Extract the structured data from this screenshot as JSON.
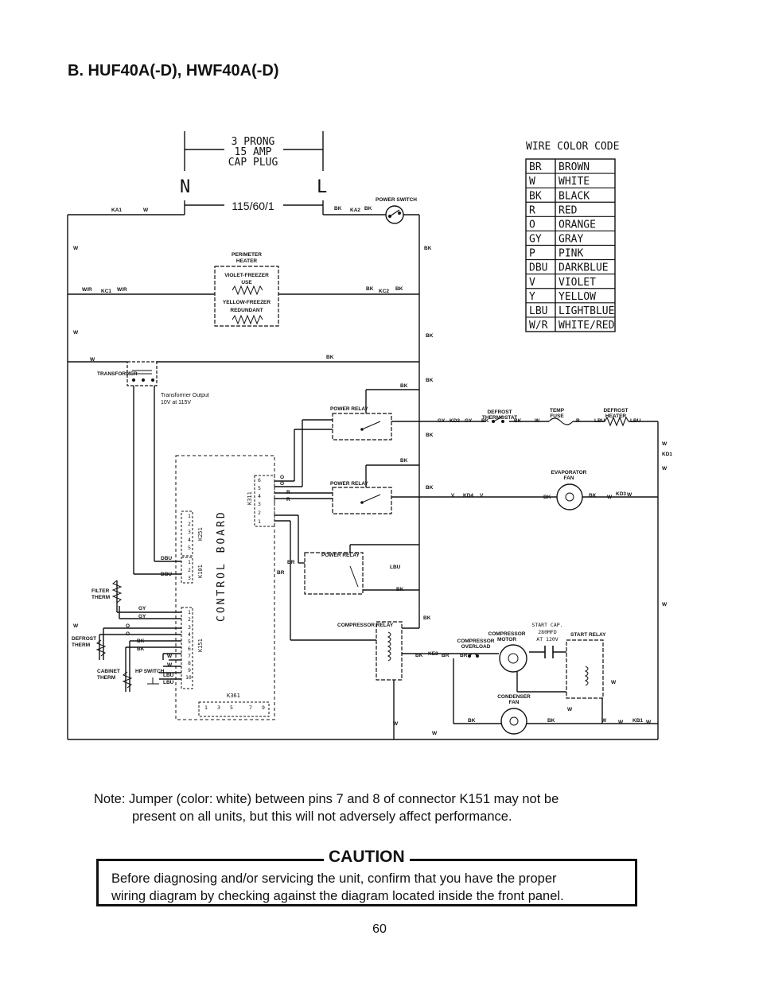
{
  "heading": "B. HUF40A(-D), HWF40A(-D)",
  "plug": {
    "line1": "3 PRONG",
    "line2": "15 AMP",
    "line3": "CAP PLUG",
    "neutral": "N",
    "line": "L",
    "supply": "115/60/1"
  },
  "wire_color_code": {
    "title": "WIRE COLOR CODE",
    "rows": [
      {
        "code": "BR",
        "color": "BROWN"
      },
      {
        "code": "W",
        "color": "WHITE"
      },
      {
        "code": "BK",
        "color": "BLACK"
      },
      {
        "code": "R",
        "color": "RED"
      },
      {
        "code": "O",
        "color": "ORANGE"
      },
      {
        "code": "GY",
        "color": "GRAY"
      },
      {
        "code": "P",
        "color": "PINK"
      },
      {
        "code": "DBU",
        "color": "DARKBLUE"
      },
      {
        "code": "V",
        "color": "VIOLET"
      },
      {
        "code": "Y",
        "color": "YELLOW"
      },
      {
        "code": "LBU",
        "color": "LIGHTBLUE"
      },
      {
        "code": "W/R",
        "color": "WHITE/RED"
      }
    ]
  },
  "components": {
    "power_switch": "POWER SWITCH",
    "perimeter_heater": [
      "PERIMETER",
      "HEATER"
    ],
    "violet_heater": [
      "VIOLET-FREEZER",
      "USE"
    ],
    "yellow_heater": [
      "YELLOW-FREEZER",
      "REDUNDANT"
    ],
    "transformer": "TRANSFORMER",
    "transformer_output": [
      "Transformer Output",
      "10V at 115V"
    ],
    "power_relay": "POWER RELAY",
    "defrost_thermostat": [
      "DEFROST",
      "THERMOSTAT"
    ],
    "temp_fuse": [
      "TEMP",
      "FUSE"
    ],
    "defrost_heater": [
      "DEFROST",
      "HEATER"
    ],
    "evaporator_fan": [
      "EVAPORATOR",
      "FAN"
    ],
    "control_board": "CONTROL BOARD",
    "filter_therm": [
      "FILTER",
      "THERM"
    ],
    "defrost_therm": [
      "DEFROST",
      "THERM"
    ],
    "cabinet_therm": [
      "CABINET",
      "THERM"
    ],
    "hp_switch": "HP SWITCH",
    "compressor_relay": "COMPRESSOR RELAY",
    "compressor_overload": [
      "COMPRESSOR",
      "OVERLOAD"
    ],
    "compressor_motor": [
      "COMPRESSOR",
      "MOTOR"
    ],
    "start_cap": [
      "START CAP.",
      "280MFD",
      "AT 120V"
    ],
    "start_relay": "START RELAY",
    "condenser_fan": [
      "CONDENSER",
      "FAN"
    ]
  },
  "connectors": {
    "k311": "K311",
    "k251": "K251",
    "k101": "K101",
    "k151": "K151",
    "k361": "K361",
    "k311_pins": [
      "6",
      "5",
      "4",
      "3",
      "2",
      "1"
    ],
    "k251_pins": [
      "1",
      "2",
      "3",
      "4",
      "5"
    ],
    "k101_pins": [
      "1",
      "2",
      "3"
    ],
    "k151_pins": [
      "1",
      "2",
      "3",
      "4",
      "5",
      "6",
      "7",
      "8",
      "9",
      "10"
    ],
    "k361_pins": [
      "1",
      "3",
      "5",
      "7",
      "9"
    ]
  },
  "wire_labels": {
    "ka1": "KA1",
    "ka2": "KA2",
    "kc1": "KC1",
    "kc2": "KC2",
    "kd2": "KD2",
    "kd4": "KD4",
    "kd1": "KD1",
    "kd3": "KD3",
    "ke3": "KE3",
    "kb1": "KB1",
    "w": "W",
    "bk": "BK",
    "wr": "W/R",
    "gy": "GY",
    "r": "R",
    "lbu": "LBU",
    "v": "V",
    "dbu": "DBU",
    "o": "O",
    "br": "BR"
  },
  "note": {
    "line1": "Note: Jumper (color: white) between pins 7 and 8 of connector K151 may not be",
    "line2": "present on all units, but this will not adversely affect performance."
  },
  "caution": {
    "title": "CAUTION",
    "text_line1": "Before diagnosing and/or servicing the unit, confirm that you have the proper",
    "text_line2": "wiring diagram by checking against the diagram located inside the front panel."
  },
  "page_number": "60"
}
